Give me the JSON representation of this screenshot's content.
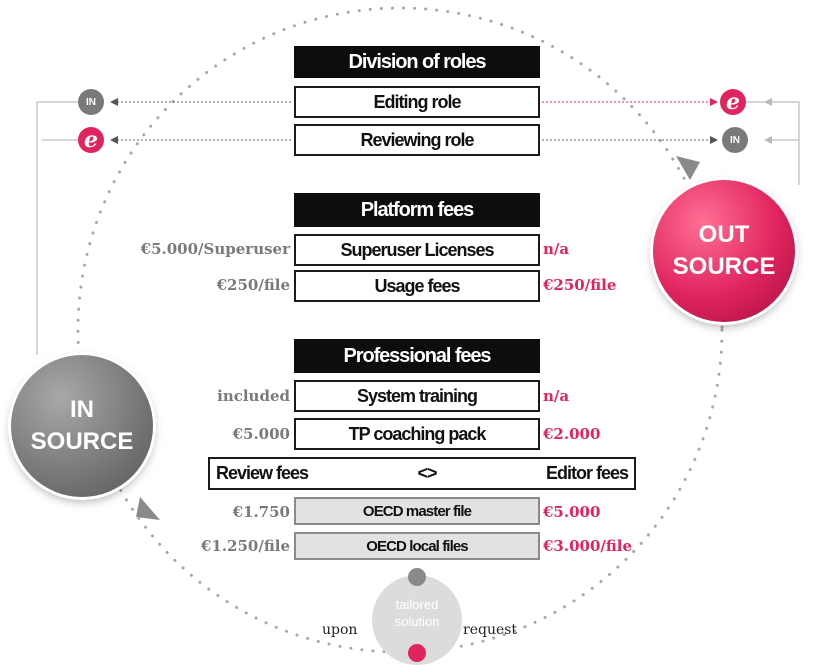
{
  "colors": {
    "accent": "#e0245e",
    "grey": "#7a7a7a",
    "header_bg": "#0d0d0d"
  },
  "division": {
    "header": "Division of roles",
    "editing": "Editing role",
    "reviewing": "Reviewing role",
    "badge_in": "IN",
    "badge_e": "e"
  },
  "platform": {
    "header": "Platform fees",
    "rows": [
      {
        "label": "Superuser Licenses",
        "left": "€5.000/Superuser",
        "right": "n/a"
      },
      {
        "label": "Usage fees",
        "left": "€250/file",
        "right": "€250/file"
      }
    ]
  },
  "professional": {
    "header": "Professional fees",
    "rows": [
      {
        "label": "System training",
        "left": "included",
        "right": "n/a"
      },
      {
        "label": "TP coaching pack",
        "left": "€5.000",
        "right": "€2.000"
      }
    ],
    "compare": {
      "left": "Review fees",
      "mid": "<>",
      "right": "Editor fees"
    },
    "files": [
      {
        "label": "OECD master file",
        "left": "€1.750",
        "right": "€5.000"
      },
      {
        "label": "OECD local files",
        "left": "€1.250/file",
        "right": "€3.000/file"
      }
    ]
  },
  "out_source": {
    "line1": "OUT",
    "line2": "SOURCE"
  },
  "in_source": {
    "line1": "IN",
    "line2": "SOURCE"
  },
  "tailored": {
    "line1": "tailored",
    "line2": "solution",
    "left": "upon",
    "right": "request"
  }
}
